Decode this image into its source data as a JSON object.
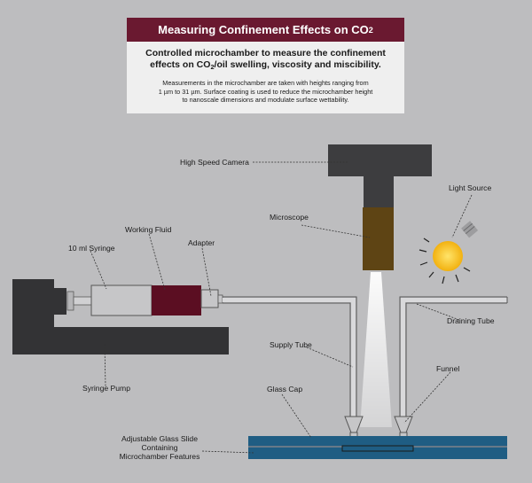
{
  "title": {
    "main": "Measuring Confinement Effects on CO",
    "sub": "2"
  },
  "info": {
    "headline_1": "Controlled microchamber to measure the confinement",
    "headline_2a": "effects on CO",
    "headline_2sub": "2",
    "headline_2b": "/oil swelling, viscosity and miscibility.",
    "body_1": "Measurements in the microchamber are taken with heights ranging from",
    "body_2": "1 µm to 31 µm. Surface coating is used to reduce the microchamber height",
    "body_3": "to nanoscale dimensions and modulate surface wettability."
  },
  "labels": {
    "high_speed_camera": "High Speed Camera",
    "light_source": "Light Source",
    "microscope": "Microscope",
    "working_fluid": "Working Fluid",
    "syringe": "10 ml Syringe",
    "adapter": "Adapter",
    "draining_tube": "Draining Tube",
    "supply_tube": "Supply Tube",
    "funnel": "Funnel",
    "syringe_pump": "Syringe Pump",
    "glass_cap": "Glass Cap",
    "glass_slide_1": "Adjustable Glass Slide",
    "glass_slide_2": "Containing",
    "glass_slide_3": "Microchamber Features"
  },
  "colors": {
    "background": "#bdbdbf",
    "title_bar": "#6a1930",
    "camera": "#3d3d3f",
    "microscope": "#5e4414",
    "working_fluid": "#5b0e22",
    "syringe_body": "#c6c6c8",
    "syringe_pump": "#333335",
    "glass_slide": "#1f5d83",
    "bulb": "#f7c320"
  }
}
